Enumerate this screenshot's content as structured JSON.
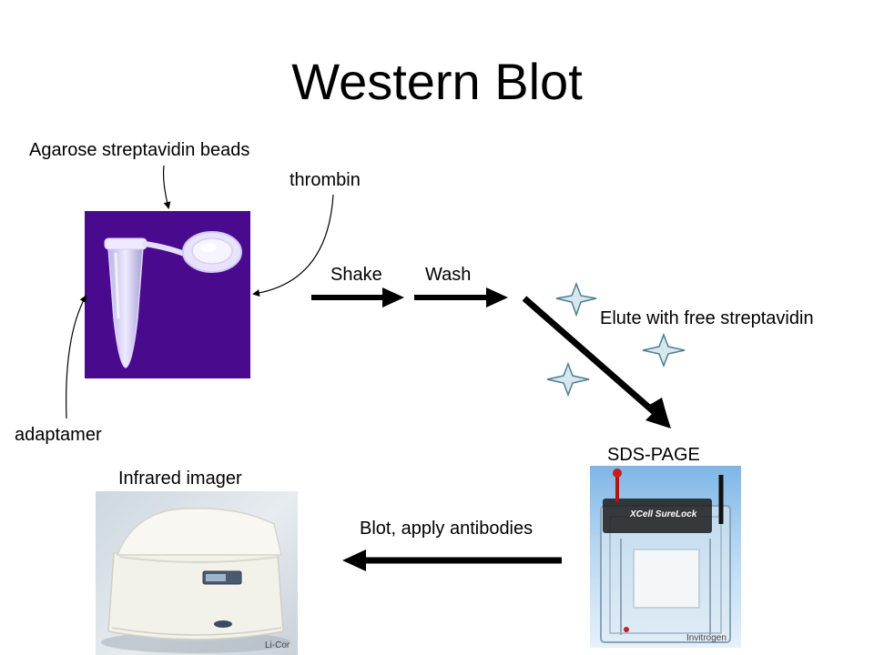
{
  "title": "Western Blot",
  "labels": {
    "beads": "Agarose streptavidin beads",
    "thrombin": "thrombin",
    "adaptamer": "adaptamer",
    "shake": "Shake",
    "wash": "Wash",
    "elute": "Elute with free streptavidin",
    "sds": "SDS-PAGE",
    "imager": "Infrared imager",
    "blot": "Blot, apply antibodies"
  },
  "credits": {
    "imager": "Li-Cor",
    "gel": "Invitrogen"
  },
  "gel_brand": "XCell SureLock",
  "colors": {
    "tube_background": "#4a0a8e",
    "arrow": "#000000",
    "star_fill": "#d6e8ef",
    "star_stroke": "#4f7d8c"
  }
}
